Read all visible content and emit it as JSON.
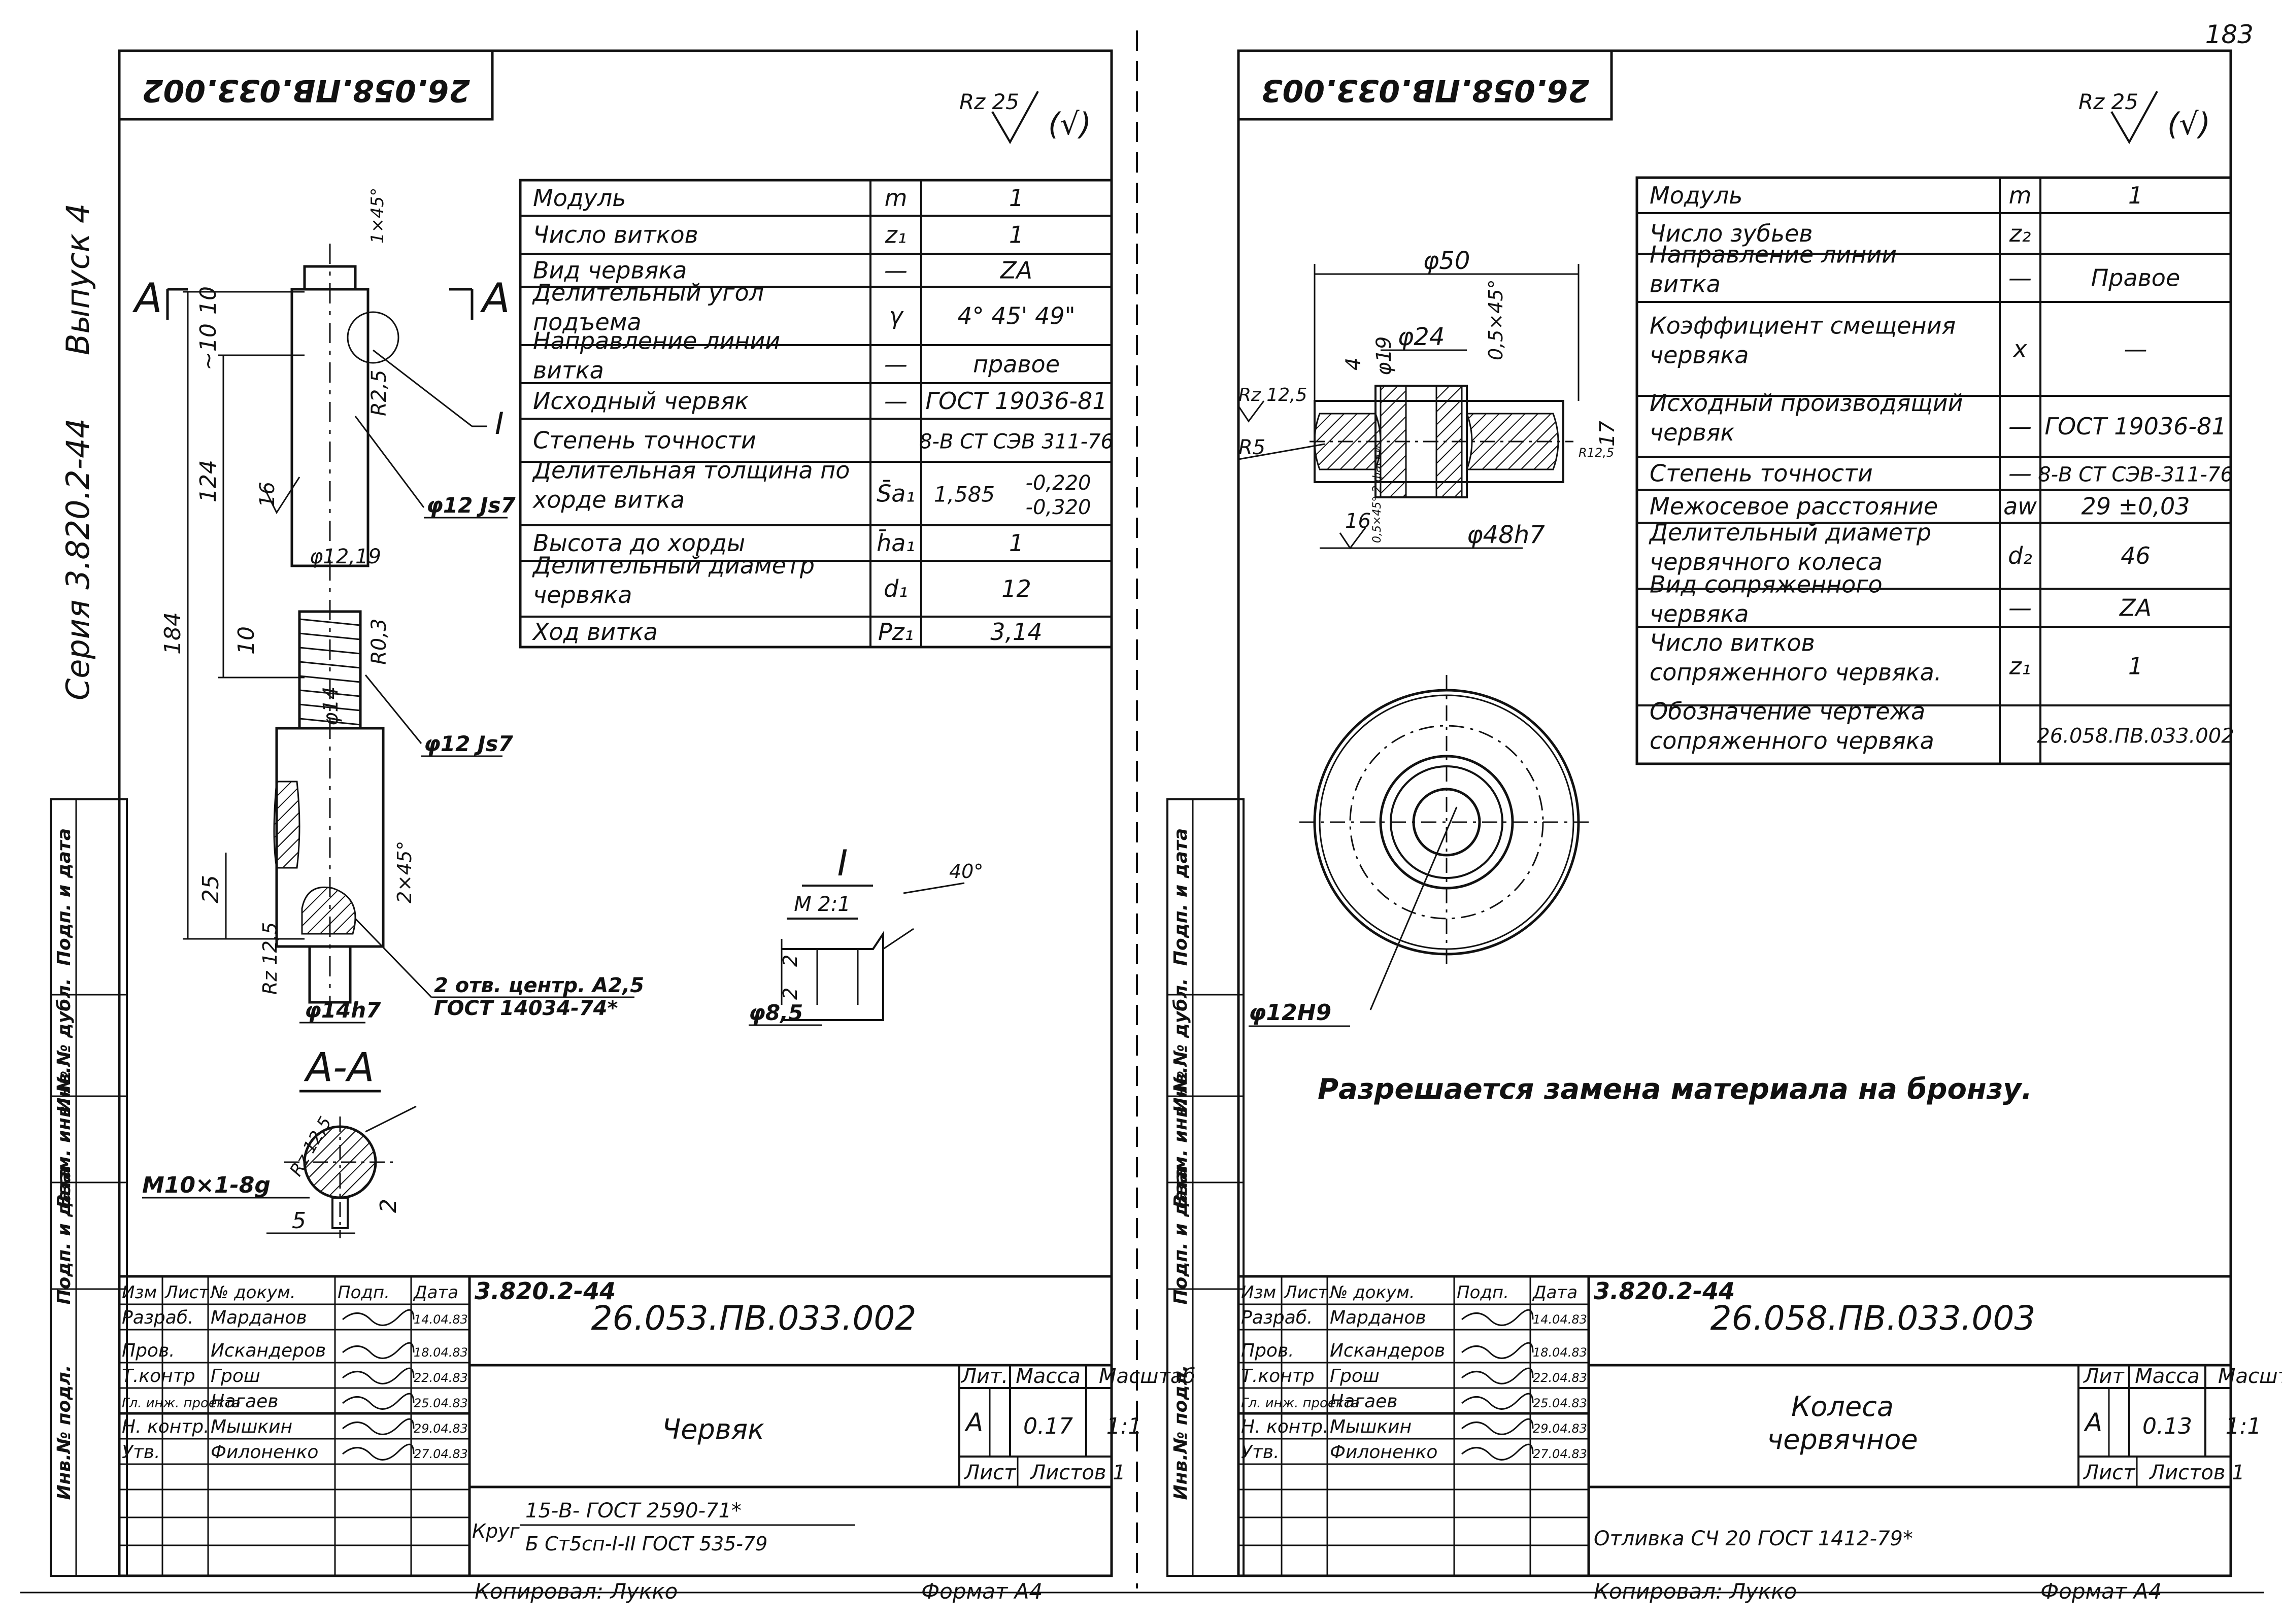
{
  "page": {
    "page_number": "183"
  },
  "left": {
    "stamp": "26.058.ПВ.033.002",
    "roughness": {
      "value": "Rz 25",
      "tail": "(√)"
    },
    "params": [
      {
        "label": "Модуль",
        "sym": "m",
        "value": "1"
      },
      {
        "label": "Число витков",
        "sym": "z₁",
        "value": "1"
      },
      {
        "label": "Вид червяка",
        "sym": "—",
        "value": "ZA"
      },
      {
        "label": "Делительный угол подъема",
        "sym": "γ",
        "value": "4° 45' 49\""
      },
      {
        "label": "Направление линии витка",
        "sym": "—",
        "value": "правое"
      },
      {
        "label": "Исходный червяк",
        "sym": "—",
        "value": "ГОСТ 19036-81"
      },
      {
        "label": "Степень точности",
        "sym": "",
        "value": "8-В СТ СЭВ 311-76"
      },
      {
        "label": "Делительная толщина по хорде витка",
        "sym": "S̄a₁",
        "value": "1,585",
        "upper": "-0,220",
        "lower": "-0,320"
      },
      {
        "label": "Высота до хорды",
        "sym": "h̄a₁",
        "value": "1"
      },
      {
        "label": "Делительный диаметр червяка",
        "sym": "d₁",
        "value": "12"
      },
      {
        "label": "Ход витка",
        "sym": "Pz₁",
        "value": "3,14"
      }
    ],
    "dims": {
      "A": "A",
      "chamfer": "1×45°",
      "d10": "10",
      "r10": "~10",
      "d124": "124",
      "d184": "184",
      "d16": "16",
      "r25": "R2,5",
      "phi12js7a": "φ12 Js7",
      "phi1219": "φ12,19",
      "r03": "R0,3",
      "d10b": "10",
      "phi14": "φ14",
      "phi12js7b": "φ12 Js7",
      "d25": "25",
      "ch2": "2×45°",
      "rz": "Rz 12,5",
      "phi14h7": "φ14h7",
      "hole": "2 отв. центр. A2,5",
      "hole_std": "ГОСТ 14034-74*",
      "section": "А-А",
      "thread": "M10×1-8g",
      "sec_rz": "Rz 12,5",
      "sec5": "5",
      "sec2": "2",
      "detail": "I",
      "detail_scale": "М 2:1",
      "det_angle": "40°",
      "det2a": "2",
      "det2b": "2",
      "det_phi": "φ8,5",
      "callout": "I"
    },
    "title": {
      "series": "3.820.2-44",
      "code": "26.053.ПВ.033.002",
      "name": "Червяк",
      "lit_label": "Лит.",
      "mass_label": "Масса",
      "scale_label": "Масштаб",
      "lit": "А",
      "mass": "0.17",
      "scale": "1:1",
      "sheet_label": "Лист",
      "sheets_label": "Листов 1",
      "material_prefix": "Круг",
      "material_1": "15-В- ГОСТ 2590-71*",
      "material_2": "Б Ст5сп-I-II ГОСТ 535-79",
      "copied": "Копировал: Лукко",
      "format": "Формат А4",
      "rows": [
        {
          "role": "Изм",
          "name": "Лист",
          "sign": "№ докум.",
          "sign2": "Подп.",
          "date": "Дата"
        },
        {
          "role": "Разраб.",
          "name": "Марданов",
          "sign": "",
          "date": "14.04.83"
        },
        {
          "role": "Пров.",
          "name": "Искандеров",
          "sign": "",
          "date": "18.04.83"
        },
        {
          "role": "Т.контр",
          "name": "Грош",
          "sign": "",
          "date": "22.04.83"
        },
        {
          "role": "Гл. инж. проекта",
          "name": "Нагаев",
          "sign": "",
          "date": "25.04.83"
        },
        {
          "role": "Н. контр.",
          "name": "Мышкин",
          "sign": "",
          "date": "29.04.83"
        },
        {
          "role": "Утв.",
          "name": "Филоненко",
          "sign": "",
          "date": "27.04.83"
        }
      ]
    }
  },
  "right": {
    "stamp": "26.058.ПВ.033.003",
    "roughness": {
      "value": "Rz 25",
      "tail": "(√)"
    },
    "params": [
      {
        "label": "Модуль",
        "sym": "m",
        "value": "1"
      },
      {
        "label": "Число зубьев",
        "sym": "z₂",
        "value": ""
      },
      {
        "label": "Направление линии витка",
        "sym": "—",
        "value": "Правое"
      },
      {
        "label": "Коэффициент смещения червяка",
        "sym": "x",
        "value": "—"
      },
      {
        "label": "Исходный производящий червяк",
        "sym": "—",
        "value": "ГОСТ 19036-81"
      },
      {
        "label": "Степень точности",
        "sym": "—",
        "value": "8-В СТ СЭВ-311-76"
      },
      {
        "label": "Межосевое расстояние",
        "sym": "aw",
        "value": "29 ±0,03"
      },
      {
        "label": "Делительный диаметр червячного колеса",
        "sym": "d₂",
        "value": "46"
      },
      {
        "label": "Вид сопряженного червяка",
        "sym": "—",
        "value": "ZA"
      },
      {
        "label": "Число витков сопряженного червяка.",
        "sym": "z₁",
        "value": "1"
      },
      {
        "label": "Обозначение чертежа сопряженного червяка",
        "sym": "",
        "value": "26.058.ПВ.033.002"
      }
    ],
    "dims": {
      "phi50": "φ50",
      "phi24": "φ24",
      "d4": "4",
      "phi19": "φ19",
      "ch": "0,5×45°",
      "rz": "Rz 12,5",
      "r5": "R5",
      "d17": "17",
      "r": "R12,5",
      "d16": "16",
      "ch2": "0,5×45° 2 фаски",
      "phi48": "φ48h7",
      "phi12h9": "φ12H9"
    },
    "note": "Разрешается замена материала на бронзу.",
    "title": {
      "series": "3.820.2-44",
      "code": "26.058.ПВ.033.003",
      "name_1": "Колеса",
      "name_2": "червячное",
      "lit_label": "Лит",
      "mass_label": "Масса",
      "scale_label": "Масштаб",
      "lit": "А",
      "mass": "0.13",
      "scale": "1:1",
      "sheet_label": "Лист",
      "sheets_label": "Листов 1",
      "material": "Отливка СЧ 20 ГОСТ 1412-79*",
      "copied": "Копировал: Лукко",
      "format": "Формат А4",
      "rows": [
        {
          "role": "Изм",
          "name": "Лист",
          "sign": "№ докум.",
          "sign2": "Подп.",
          "date": "Дата"
        },
        {
          "role": "Разраб.",
          "name": "Марданов",
          "sign": "",
          "date": "14.04.83"
        },
        {
          "role": "Пров.",
          "name": "Искандеров",
          "sign": "",
          "date": "18.04.83"
        },
        {
          "role": "Т.контр",
          "name": "Грош",
          "sign": "",
          "date": "22.04.83"
        },
        {
          "role": "Гл. инж. проекта",
          "name": "Нагаев",
          "sign": "",
          "date": "25.04.83"
        },
        {
          "role": "Н. контр.",
          "name": "Мышкин",
          "sign": "",
          "date": "29.04.83"
        },
        {
          "role": "Утв.",
          "name": "Филоненко",
          "sign": "",
          "date": "27.04.83"
        }
      ]
    }
  },
  "margin": {
    "series": "Серия 3.820.2-44",
    "issue": "Выпуск 4",
    "stamp_labels": [
      "Подп. и дата",
      "Инв.№ дубл.",
      "Взам. инв. №",
      "Подп. и дата",
      "Инв.№ подл."
    ]
  }
}
